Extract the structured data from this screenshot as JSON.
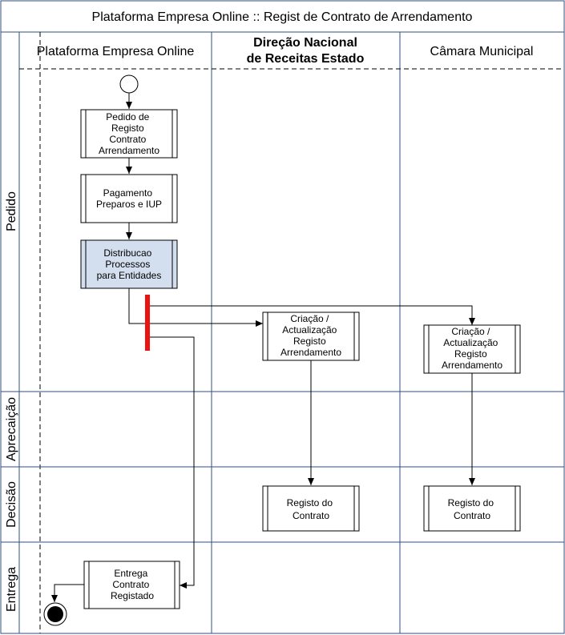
{
  "title": "Plataforma Empresa Online :: Regist de Contrato de Arrendamento",
  "lanes": [
    {
      "label": "Plataforma Empresa Online"
    },
    {
      "label_line1": "Direção Nacional",
      "label_line2": "de Receitas Estado"
    },
    {
      "label": "Câmara Municipal"
    }
  ],
  "phases": [
    "Pedido",
    "Aprecaição",
    "Decisão",
    "Entrega"
  ],
  "nodes": {
    "pedido": [
      "Pedido de",
      "Registo",
      "Contrato",
      "Arrendamento"
    ],
    "pagamento": [
      "Pagamento",
      "Preparos e IUP"
    ],
    "distribuicao": [
      "Distribucao",
      "Processos",
      "para Entidades"
    ],
    "criacao_dnre": [
      "Criação /",
      "Actualização",
      "Registo",
      "Arrendamento"
    ],
    "criacao_cm": [
      "Criação /",
      "Actualização",
      "Registo",
      "Arrendamento"
    ],
    "registo_dnre": [
      "Registo do",
      "Contrato"
    ],
    "registo_cm": [
      "Registo do",
      "Contrato"
    ],
    "entrega": [
      "Entrega",
      "Contrato",
      "Registado"
    ]
  },
  "colors": {
    "border": "#2f4f7f",
    "highlight_fill": "#d3deef",
    "fork_bar": "#ee1111"
  }
}
